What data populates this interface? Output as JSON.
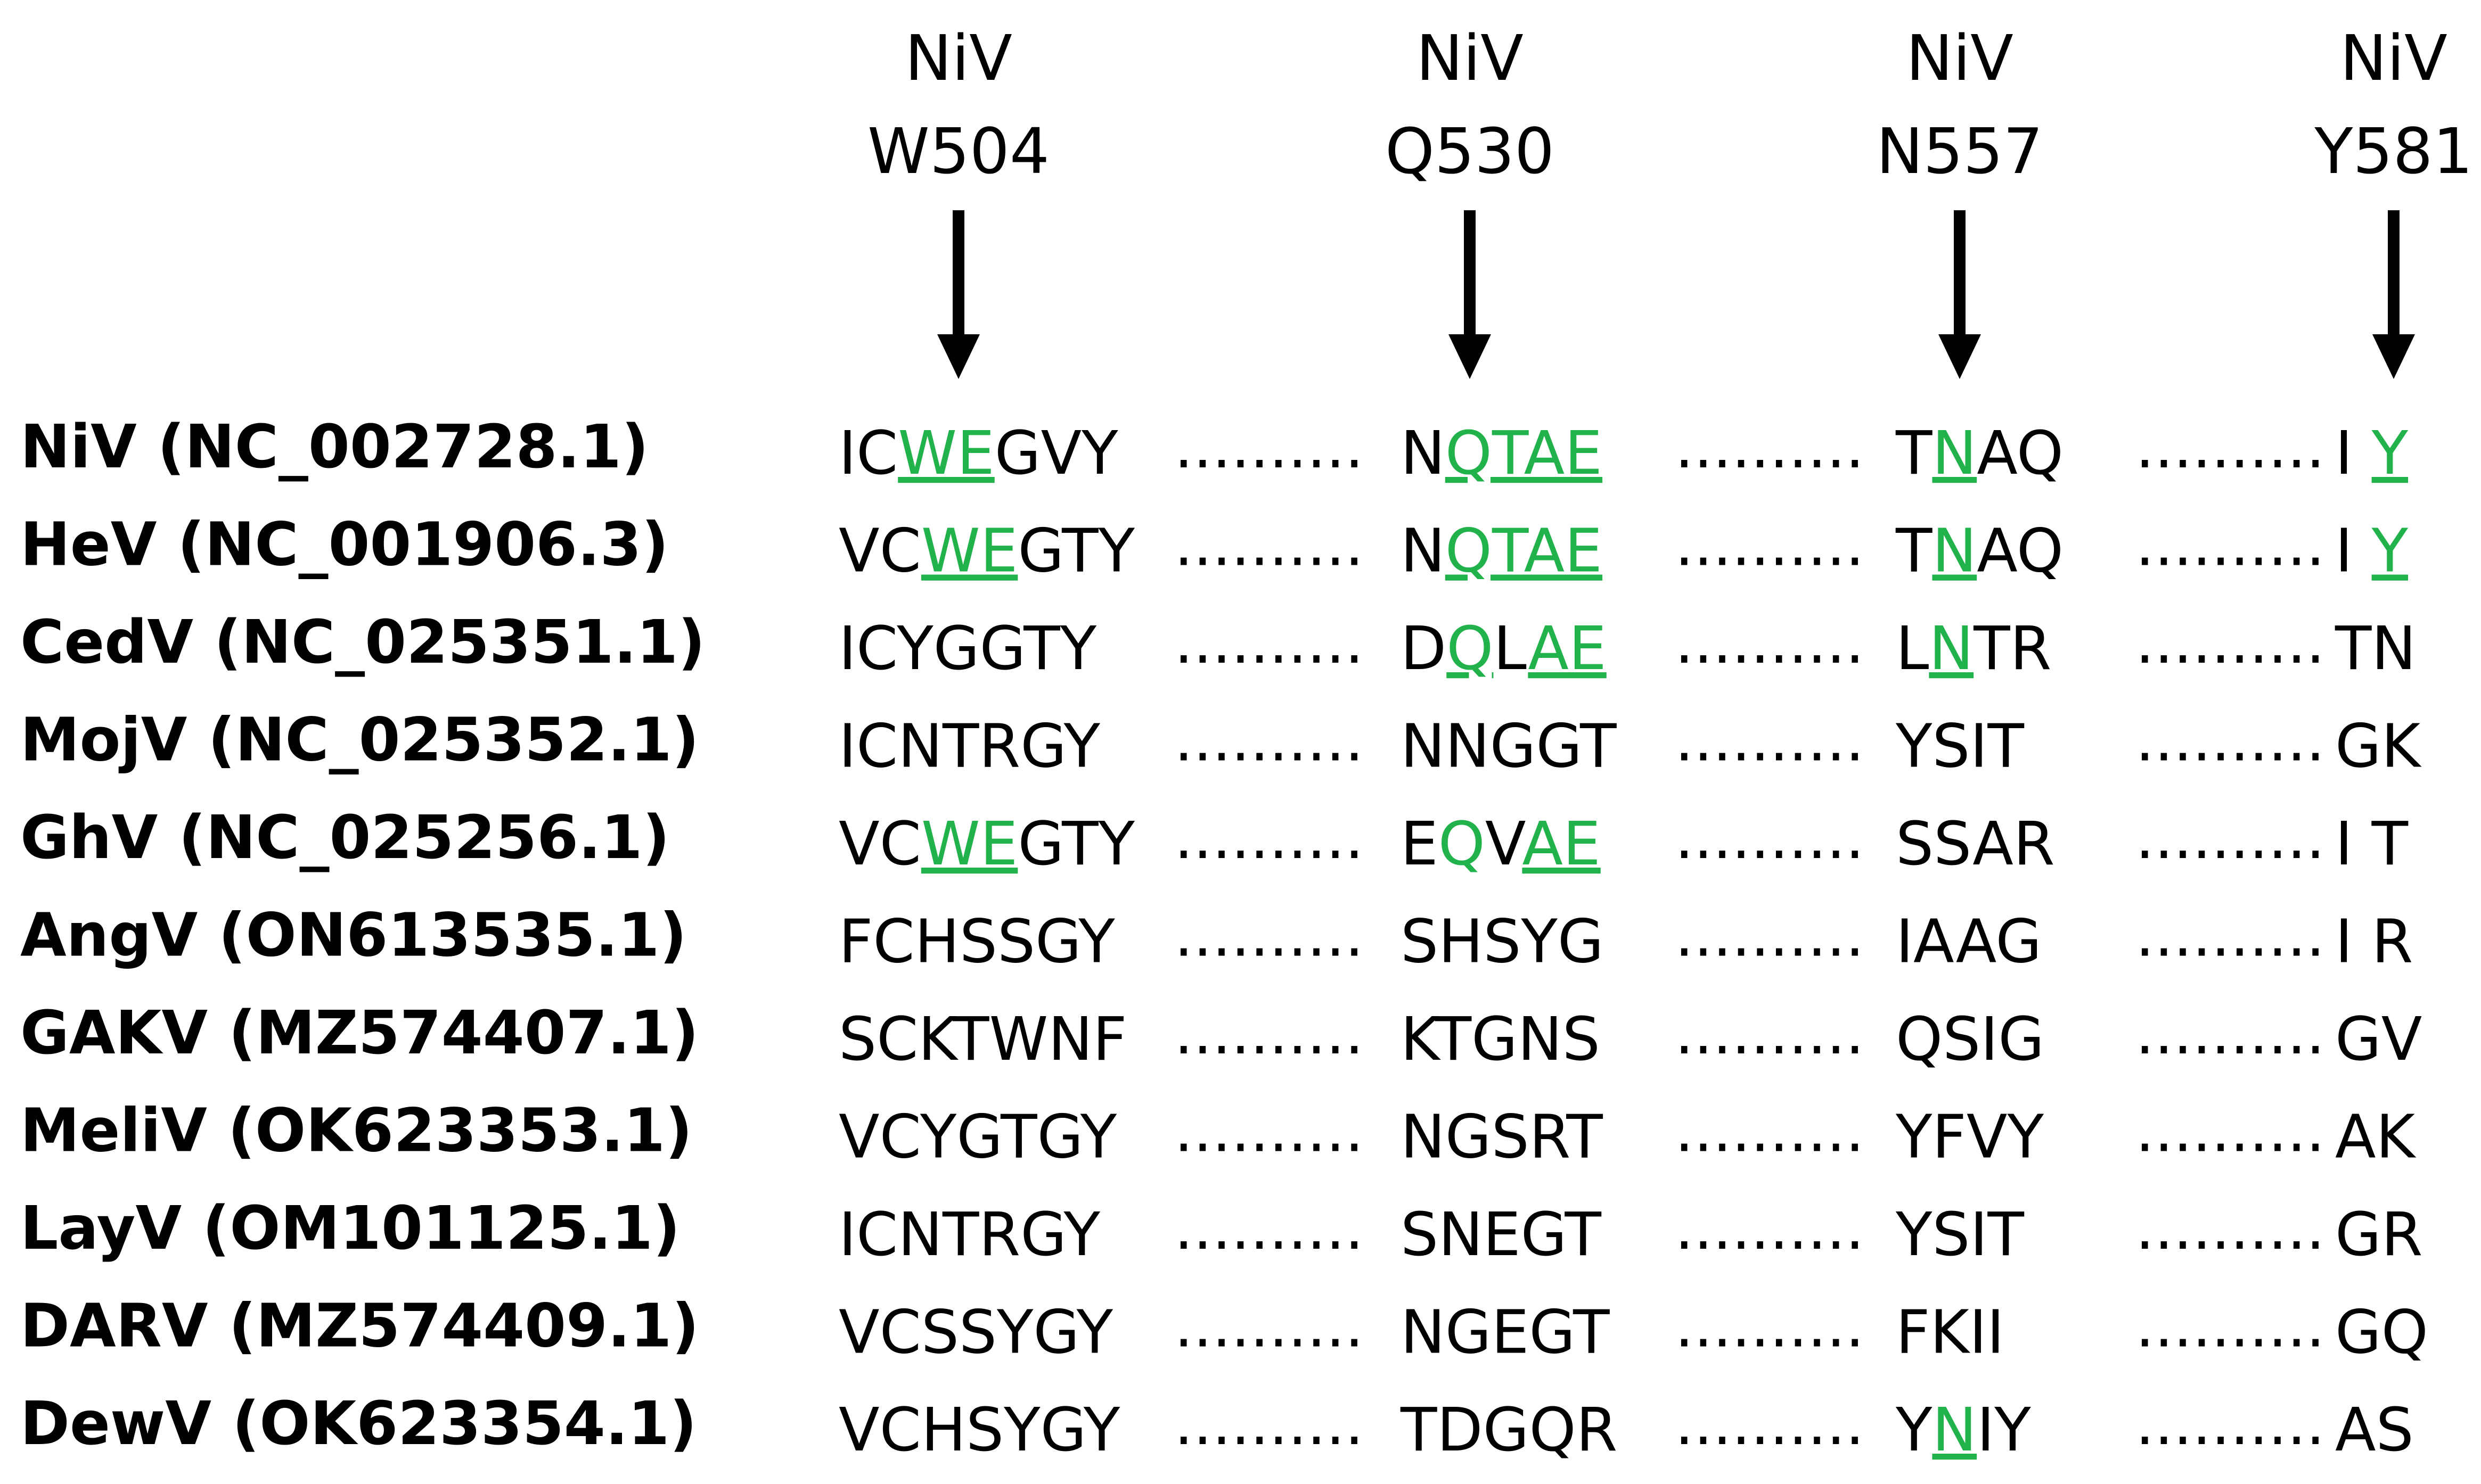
{
  "highlight_color": "#22b24c",
  "text_color": "#000000",
  "positions": [
    {
      "line1": "NiV",
      "line2": "W504"
    },
    {
      "line1": "NiV",
      "line2": "Q530"
    },
    {
      "line1": "NiV",
      "line2": "N557"
    },
    {
      "line1": "NiV",
      "line2": "Y581"
    }
  ],
  "dots": "..........",
  "rows": [
    {
      "label": "NiV (NC_002728.1)",
      "blocks": [
        {
          "segments": [
            {
              "t": "IC"
            },
            {
              "t": "WE",
              "hl": true,
              "u": true
            },
            {
              "t": "GVY"
            }
          ]
        },
        {
          "segments": [
            {
              "t": "N"
            },
            {
              "t": "QTAE",
              "hl": true,
              "u": true
            }
          ]
        },
        {
          "segments": [
            {
              "t": "T"
            },
            {
              "t": "N",
              "hl": true,
              "u": true
            },
            {
              "t": "AQ"
            }
          ]
        },
        {
          "segments": [
            {
              "t": "I "
            },
            {
              "t": "Y",
              "hl": true,
              "u": true
            }
          ]
        }
      ]
    },
    {
      "label": "HeV (NC_001906.3)",
      "blocks": [
        {
          "segments": [
            {
              "t": "VC"
            },
            {
              "t": "WE",
              "hl": true,
              "u": true
            },
            {
              "t": "GTY"
            }
          ]
        },
        {
          "segments": [
            {
              "t": "N"
            },
            {
              "t": "QTAE",
              "hl": true,
              "u": true
            }
          ]
        },
        {
          "segments": [
            {
              "t": "T"
            },
            {
              "t": "N",
              "hl": true,
              "u": true
            },
            {
              "t": "AQ"
            }
          ]
        },
        {
          "segments": [
            {
              "t": "I "
            },
            {
              "t": "Y",
              "hl": true,
              "u": true
            }
          ]
        }
      ]
    },
    {
      "label": "CedV (NC_025351.1)",
      "blocks": [
        {
          "segments": [
            {
              "t": "ICYGGTY"
            }
          ]
        },
        {
          "segments": [
            {
              "t": "D"
            },
            {
              "t": "Q",
              "hl": true,
              "u": true
            },
            {
              "t": "L"
            },
            {
              "t": "AE",
              "hl": true,
              "u": true
            }
          ]
        },
        {
          "segments": [
            {
              "t": "L"
            },
            {
              "t": "N",
              "hl": true,
              "u": true
            },
            {
              "t": "TR"
            }
          ]
        },
        {
          "segments": [
            {
              "t": "TN"
            }
          ]
        }
      ]
    },
    {
      "label": "MojV (NC_025352.1)",
      "blocks": [
        {
          "segments": [
            {
              "t": "ICNTRGY"
            }
          ]
        },
        {
          "segments": [
            {
              "t": "NNGGT"
            }
          ]
        },
        {
          "segments": [
            {
              "t": "YSIT"
            }
          ]
        },
        {
          "segments": [
            {
              "t": "GK"
            }
          ]
        }
      ]
    },
    {
      "label": "GhV (NC_025256.1)",
      "blocks": [
        {
          "segments": [
            {
              "t": "VC"
            },
            {
              "t": "WE",
              "hl": true,
              "u": true
            },
            {
              "t": "GTY"
            }
          ]
        },
        {
          "segments": [
            {
              "t": "E"
            },
            {
              "t": "Q",
              "hl": true,
              "u": false
            },
            {
              "t": "V"
            },
            {
              "t": "AE",
              "hl": true,
              "u": true
            }
          ]
        },
        {
          "segments": [
            {
              "t": "SSAR"
            }
          ]
        },
        {
          "segments": [
            {
              "t": "I T"
            }
          ]
        }
      ]
    },
    {
      "label": "AngV (ON613535.1)",
      "blocks": [
        {
          "segments": [
            {
              "t": "FCHSSGY"
            }
          ]
        },
        {
          "segments": [
            {
              "t": "SHSYG"
            }
          ]
        },
        {
          "segments": [
            {
              "t": "IAAG"
            }
          ]
        },
        {
          "segments": [
            {
              "t": "I R"
            }
          ]
        }
      ]
    },
    {
      "label": "GAKV (MZ574407.1)",
      "blocks": [
        {
          "segments": [
            {
              "t": "SCKTWNF"
            }
          ]
        },
        {
          "segments": [
            {
              "t": "KTGNS"
            }
          ]
        },
        {
          "segments": [
            {
              "t": "QSIG"
            }
          ]
        },
        {
          "segments": [
            {
              "t": "GV"
            }
          ]
        }
      ]
    },
    {
      "label": "MeliV (OK623353.1)",
      "blocks": [
        {
          "segments": [
            {
              "t": "VCYGTGY"
            }
          ]
        },
        {
          "segments": [
            {
              "t": "NGSRT"
            }
          ]
        },
        {
          "segments": [
            {
              "t": "YFVY"
            }
          ]
        },
        {
          "segments": [
            {
              "t": "AK"
            }
          ]
        }
      ]
    },
    {
      "label": "LayV (OM101125.1)",
      "blocks": [
        {
          "segments": [
            {
              "t": "ICNTRGY"
            }
          ]
        },
        {
          "segments": [
            {
              "t": "SNEGT"
            }
          ]
        },
        {
          "segments": [
            {
              "t": "YSIT"
            }
          ]
        },
        {
          "segments": [
            {
              "t": "GR"
            }
          ]
        }
      ]
    },
    {
      "label": "DARV (MZ574409.1)",
      "blocks": [
        {
          "segments": [
            {
              "t": "VCSSYGY"
            }
          ]
        },
        {
          "segments": [
            {
              "t": "NGEGT"
            }
          ]
        },
        {
          "segments": [
            {
              "t": "FKII"
            }
          ]
        },
        {
          "segments": [
            {
              "t": "GQ"
            }
          ]
        }
      ]
    },
    {
      "label": "DewV (OK623354.1)",
      "blocks": [
        {
          "segments": [
            {
              "t": "VCHSYGY"
            }
          ]
        },
        {
          "segments": [
            {
              "t": "TDGQR"
            }
          ]
        },
        {
          "segments": [
            {
              "t": "Y"
            },
            {
              "t": "N",
              "hl": true,
              "u": true
            },
            {
              "t": "IY"
            }
          ]
        },
        {
          "segments": [
            {
              "t": "AS"
            }
          ]
        }
      ]
    }
  ]
}
